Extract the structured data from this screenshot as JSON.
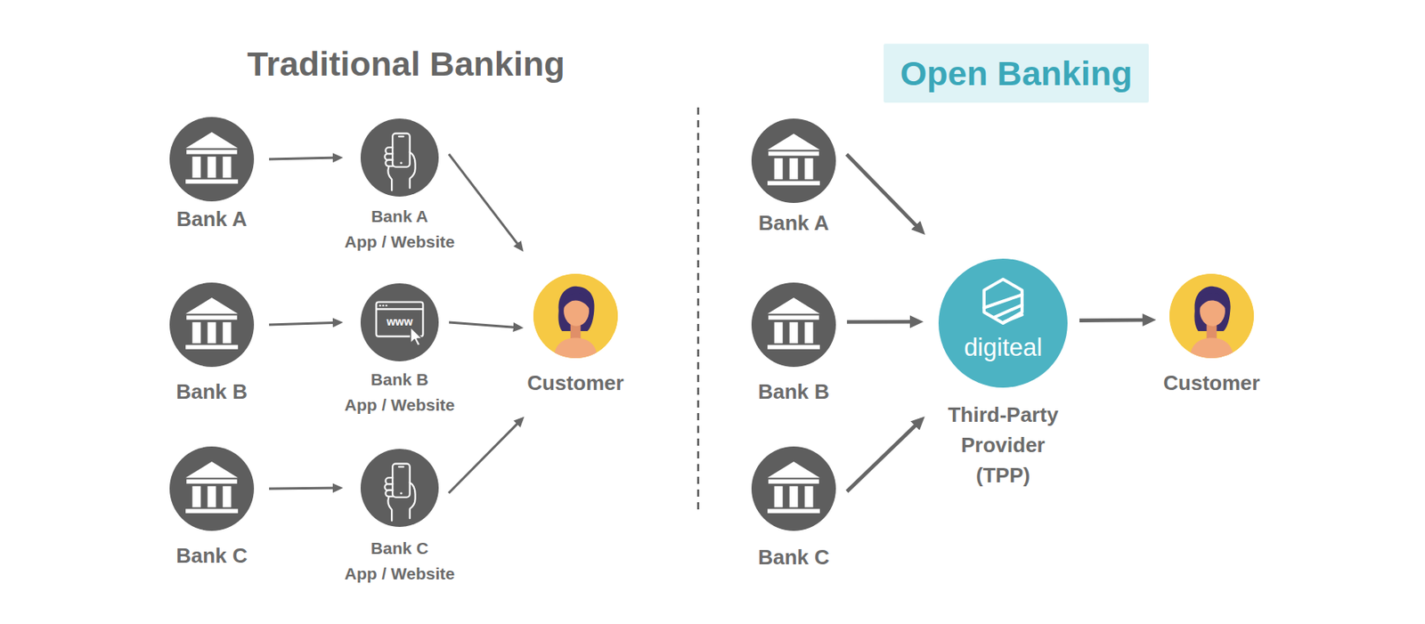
{
  "diagram": {
    "nodes": [
      {
        "text": [
          "Bank A"
        ]
      },
      {
        "text": [
          "Bank A App / Website"
        ]
      },
      {
        "text": [
          "Bank B"
        ]
      },
      {
        "text": [
          "Bank B App / Website"
        ]
      },
      {
        "text": [
          "Bank C"
        ]
      },
      {
        "text": [
          "Bank C App / Website"
        ]
      },
      {
        "text": [
          "Customer"
        ]
      },
      {
        "text": [
          "Open Banking"
        ]
      },
      {
        "text": [
          "Bank A"
        ]
      },
      {
        "text": [
          "Bank B"
        ]
      },
      {
        "text": [
          "Bank C"
        ]
      },
      {
        "text": [
          "digiteal",
          "Third-Party Provider (TPP)"
        ]
      },
      {
        "text": [
          "Customer"
        ]
      }
    ],
    "edges": [
      {
        "from": 0,
        "to": 1,
        "arrow": "to"
      },
      {
        "from": 2,
        "to": 3,
        "arrow": "to"
      },
      {
        "from": 4,
        "to": 5,
        "arrow": "to"
      },
      {
        "from": 1,
        "to": 6,
        "arrow": "to"
      },
      {
        "from": 3,
        "to": 6,
        "arrow": "to"
      },
      {
        "from": 5,
        "to": 6,
        "arrow": "to"
      },
      {
        "from": 8,
        "to": 11,
        "arrow": "to"
      },
      {
        "from": 9,
        "to": 11,
        "arrow": "to"
      },
      {
        "from": 10,
        "to": 11,
        "arrow": "to"
      },
      {
        "from": 11,
        "to": 12,
        "arrow": "to"
      }
    ],
    "labels": [
      "Traditional Banking",
      "www"
    ]
  }
}
